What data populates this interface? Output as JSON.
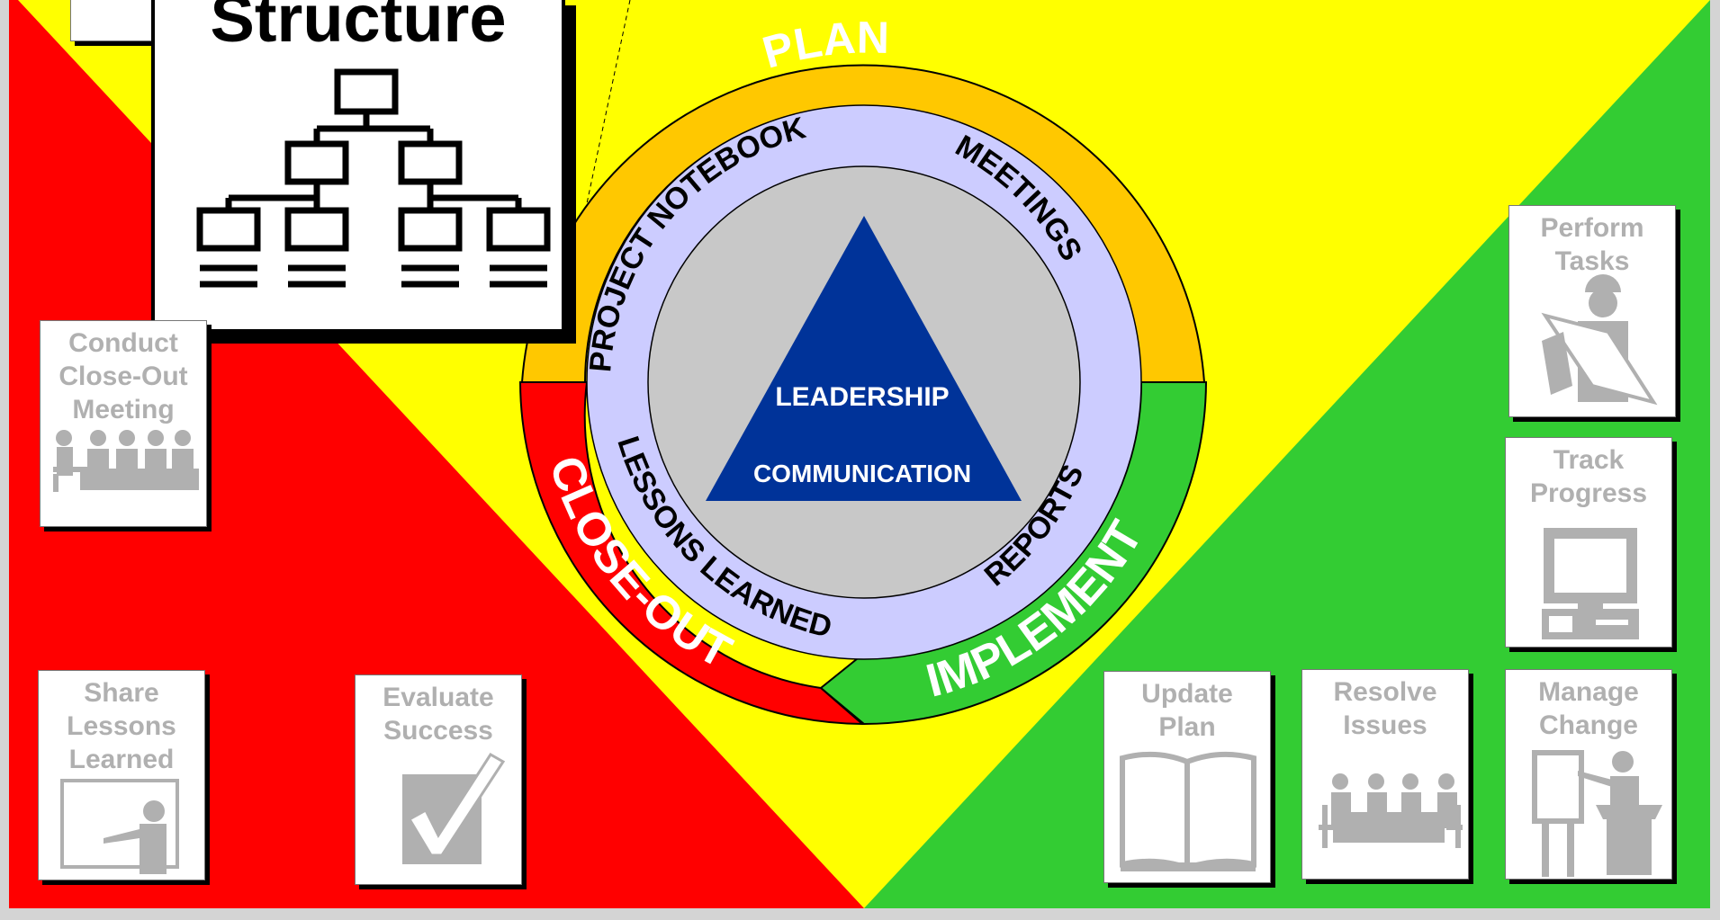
{
  "colors": {
    "red": "#ff0000",
    "yellow": "#ffff00",
    "green": "#33cc33",
    "orange": "#ffc800",
    "lavender": "#ccccff",
    "gray": "#c8c8c8",
    "navy": "#003399",
    "card_text": "#b0b0b0"
  },
  "featured": {
    "title": "Structure",
    "icon": "org-chart-icon"
  },
  "ring": {
    "plan": "PLAN",
    "implement": "IMPLEMENT",
    "close_out": "CLOSE-OUT",
    "project_notebook": "PROJECT NOTEBOOK",
    "meetings": "MEETINGS",
    "reports": "REPORTS",
    "lessons_learned": "LESSONS LEARNED"
  },
  "triangle": {
    "top": "LEADERSHIP",
    "bottom": "COMMUNICATION"
  },
  "cards": {
    "conduct": {
      "line1": "Conduct",
      "line2": "Close-Out",
      "line3": "Meeting",
      "icon": "meeting-group-icon"
    },
    "share": {
      "line1": "Share",
      "line2": "Lessons",
      "line3": "Learned",
      "icon": "presenter-board-icon"
    },
    "evaluate": {
      "line1": "Evaluate",
      "line2": "Success",
      "icon": "checkmark-icon"
    },
    "perform": {
      "line1": "Perform",
      "line2": "Tasks",
      "icon": "worker-blueprint-icon"
    },
    "track": {
      "line1": "Track",
      "line2": "Progress",
      "icon": "computer-icon"
    },
    "update": {
      "line1": "Update",
      "line2": "Plan",
      "icon": "open-book-icon"
    },
    "resolve": {
      "line1": "Resolve",
      "line2": "Issues",
      "icon": "conference-table-icon"
    },
    "manage": {
      "line1": "Manage",
      "line2": "Change",
      "icon": "speaker-podium-icon"
    }
  }
}
